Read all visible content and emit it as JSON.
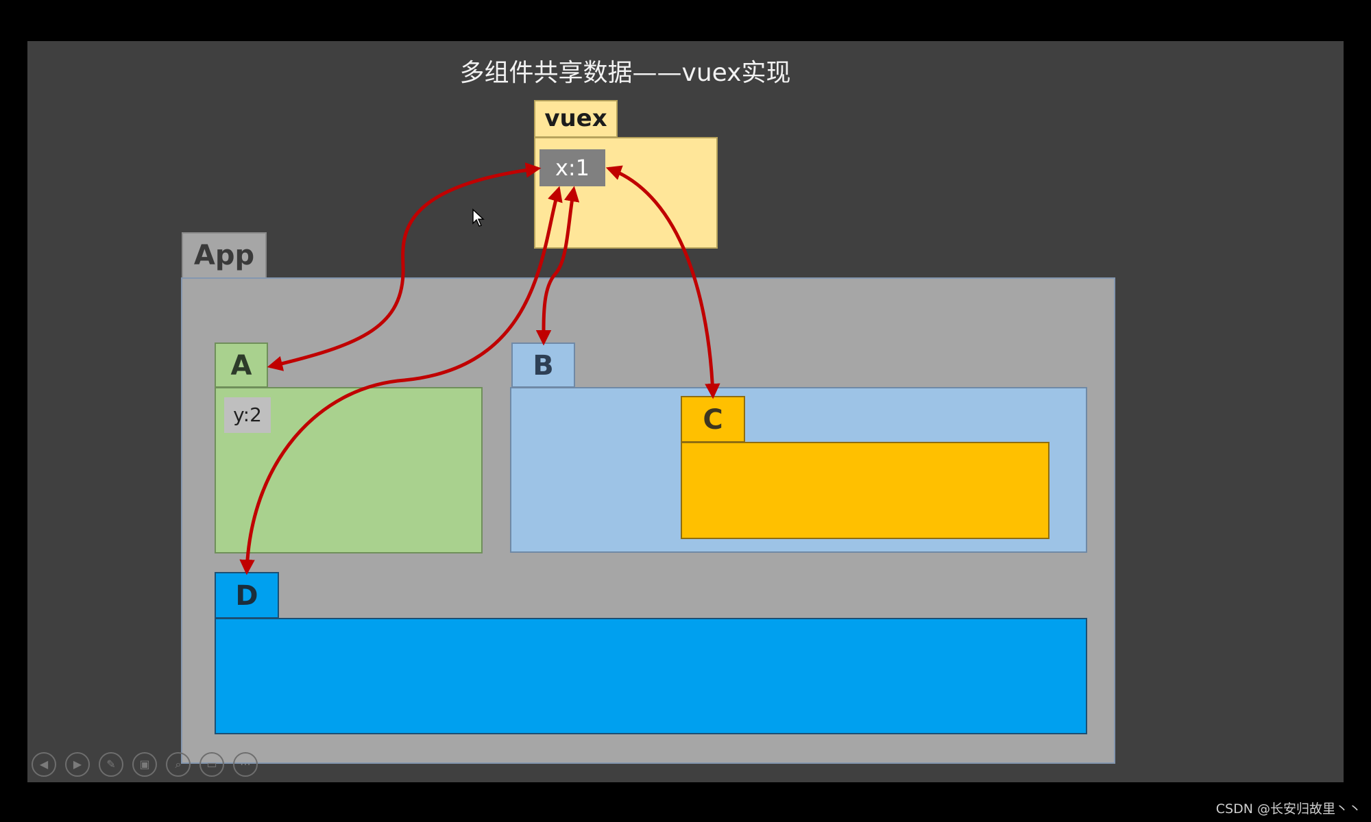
{
  "slide": {
    "title": "多组件共享数据——vuex实现",
    "vuex": {
      "label": "vuex",
      "state_chip": "x:1"
    },
    "app": {
      "label": "App"
    },
    "components": [
      {
        "label": "A",
        "chip": "y:2",
        "color": "#a9d18e"
      },
      {
        "label": "B",
        "color": "#9dc3e6"
      },
      {
        "label": "C",
        "color": "#ffc000"
      },
      {
        "label": "D",
        "color": "#00a0ef"
      }
    ],
    "arrow_color": "#c00000"
  },
  "player_controls": {
    "icons": [
      "previous-icon",
      "next-icon",
      "pen-icon",
      "slides-icon",
      "zoom-icon",
      "subtitle-icon",
      "more-icon"
    ]
  },
  "watermark": "CSDN @长安归故里丶丶"
}
